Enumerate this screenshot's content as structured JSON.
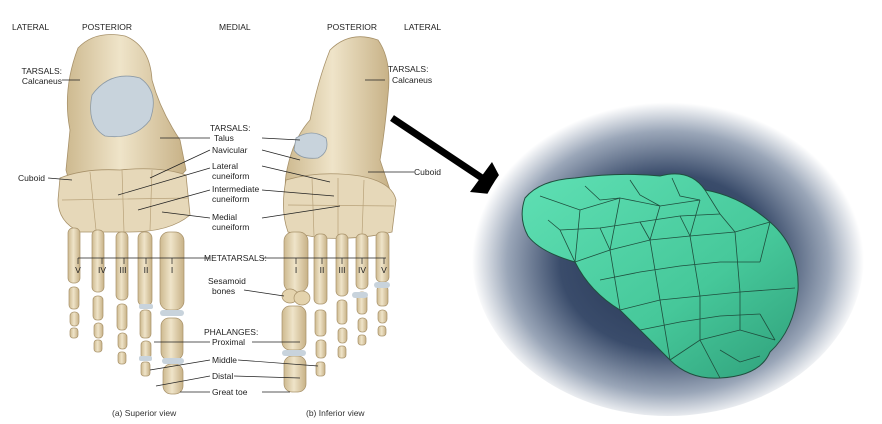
{
  "orientation": {
    "left_lateral": "LATERAL",
    "left_posterior": "POSTERIOR",
    "medial": "MEDIAL",
    "right_posterior": "POSTERIOR",
    "right_lateral": "LATERAL"
  },
  "labels": {
    "tarsals_heading_left": "TARSALS:",
    "calcaneus_left": "Calcaneus",
    "tarsals_heading_right": "TARSALS:",
    "calcaneus_right": "Calcaneus",
    "tarsals_heading_mid": "TARSALS:",
    "talus": "Talus",
    "navicular": "Navicular",
    "lateral_cuneiform_1": "Lateral",
    "lateral_cuneiform_2": "cuneiform",
    "intermediate_cuneiform_1": "Intermediate",
    "intermediate_cuneiform_2": "cuneiform",
    "medial_cuneiform_1": "Medial",
    "medial_cuneiform_2": "cuneiform",
    "cuboid_left": "Cuboid",
    "cuboid_right": "Cuboid",
    "metatarsals": "METATARSALS:",
    "sesamoid_1": "Sesamoid",
    "sesamoid_2": "bones",
    "phalanges": "PHALANGES:",
    "proximal": "Proximal",
    "middle": "Middle",
    "distal": "Distal",
    "great_toe": "Great toe"
  },
  "numerals": {
    "superior": [
      "V",
      "IV",
      "III",
      "II",
      "I"
    ],
    "inferior": [
      "I",
      "II",
      "III",
      "IV",
      "V"
    ]
  },
  "captions": {
    "superior": "(a) Superior view",
    "inferior": "(b) Inferior view"
  },
  "colors": {
    "bone": "#e9dcc0",
    "bone_shadow": "#c9b58c",
    "cartilage": "#c8d3dc",
    "mesh": "#4fd3a6",
    "mesh_lines": "#1f4f3e",
    "vignette_center": "#2b3c5c",
    "arrow": "#000000"
  }
}
